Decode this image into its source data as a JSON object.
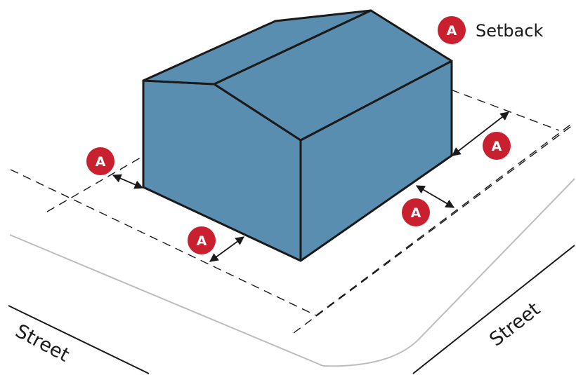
{
  "legend": {
    "badge_letter": "A",
    "label": "Setback"
  },
  "badges": [
    {
      "letter": "A"
    },
    {
      "letter": "A"
    },
    {
      "letter": "A"
    },
    {
      "letter": "A"
    }
  ],
  "streets": [
    {
      "label": "Street"
    },
    {
      "label": "Street"
    }
  ],
  "colors": {
    "building_fill": "#5a8eb0",
    "badge_fill": "#c8202f",
    "line": "#1a1a1a",
    "curb": "#bdbdbd"
  }
}
